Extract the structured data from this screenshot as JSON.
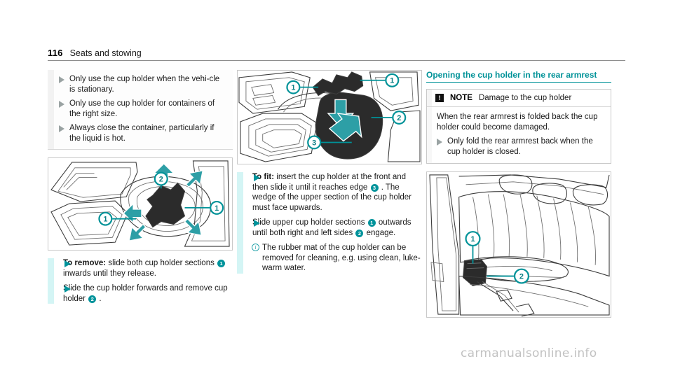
{
  "header": {
    "page_number": "116",
    "section_title": "Seats and stowing"
  },
  "col1": {
    "warning_box": {
      "bullets": [
        "Only use the cup holder when the vehi‐cle is stationary.",
        "Only use the cup holder for containers of the right size.",
        "Always close the container, particularly if the liquid is hot."
      ]
    },
    "figure": {
      "name": "cup-holder-remove-figure",
      "callouts": [
        "1",
        "2",
        "1"
      ]
    },
    "steps": [
      {
        "lead": "To remove:",
        "text_before": " slide both cup holder sections ",
        "badge": "1",
        "text_after": " inwards until they release."
      },
      {
        "lead": "",
        "text_before": "Slide the cup holder forwards and remove cup holder ",
        "badge": "2",
        "text_after": " ."
      }
    ]
  },
  "col2": {
    "figure": {
      "name": "cup-holder-fit-figure",
      "callouts": [
        "1",
        "1",
        "2",
        "3"
      ]
    },
    "steps": [
      {
        "lead": "To fit:",
        "text_before": " insert the cup holder at the front and then slide it until it reaches edge ",
        "badge": "3",
        "text_after": " . The wedge of the upper section of the cup holder must face upwards."
      },
      {
        "lead": "",
        "text_before": "Slide upper cup holder sections ",
        "badge": "1",
        "text_mid": " outwards until both right and left sides ",
        "badge2": "2",
        "text_after": " engage."
      }
    ],
    "info": {
      "icon": "info-circle-icon",
      "text": "The rubber mat of the cup holder can be removed for cleaning, e.g. using clean, luke‐warm water."
    }
  },
  "col3": {
    "section_heading": "Opening the cup holder in the rear armrest",
    "note_box": {
      "icon": "warning-exclamation-icon",
      "label": "NOTE",
      "subject": "Damage to the cup holder",
      "body": "When the rear armrest is folded back the cup holder could become damaged.",
      "bullets": [
        "Only fold the rear armrest back when the cup holder is closed."
      ]
    },
    "figure": {
      "name": "rear-armrest-figure",
      "callouts": [
        "1",
        "2"
      ]
    }
  },
  "watermark": "carmanualsonline.info",
  "colors": {
    "accent_teal": "#009298",
    "callout_teal": "#00939b",
    "stripe_cyan": "#d4f5f5",
    "bullet_grey": "#9aa3a3"
  }
}
